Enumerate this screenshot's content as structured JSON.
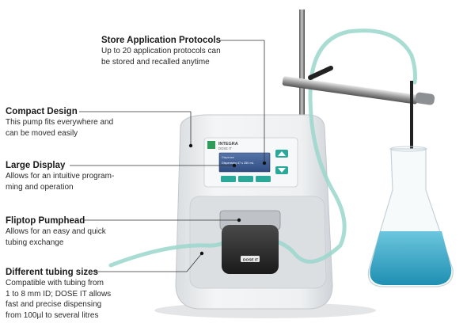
{
  "product": {
    "brand": "INTEGRA",
    "model": "DOSE IT",
    "screen_line1": "Dispense",
    "screen_line2": "Dispensing 47 s 250 mL",
    "pumphead_label": "DOSE IT"
  },
  "callouts": {
    "store": {
      "title": "Store Application Protocols",
      "desc": "Up to 20 application protocols can\nbe stored and recalled anytime"
    },
    "compact": {
      "title": "Compact Design",
      "desc": "This pump fits everywhere and\ncan be moved easily"
    },
    "display": {
      "title": "Large Display",
      "desc": "Allows for an intuitive program-\nming and operation"
    },
    "flip": {
      "title": "Fliptop Pumphead",
      "desc": "Allows  for an easy and quick\ntubing exchange"
    },
    "tubing": {
      "title": "Different tubing sizes",
      "desc": "Compatible with tubing from\n1 to 8 mm ID; DOSE IT allows\nfast and precise dispensing\nfrom 100µl to several litres"
    }
  },
  "colors": {
    "device_body": "#eceef0",
    "screen_blue": "#3d5f97",
    "button_teal": "#2aa89a",
    "tube": "#9ad7cc",
    "liquid": "#38aac8",
    "accent_green": "#2f9c59"
  }
}
